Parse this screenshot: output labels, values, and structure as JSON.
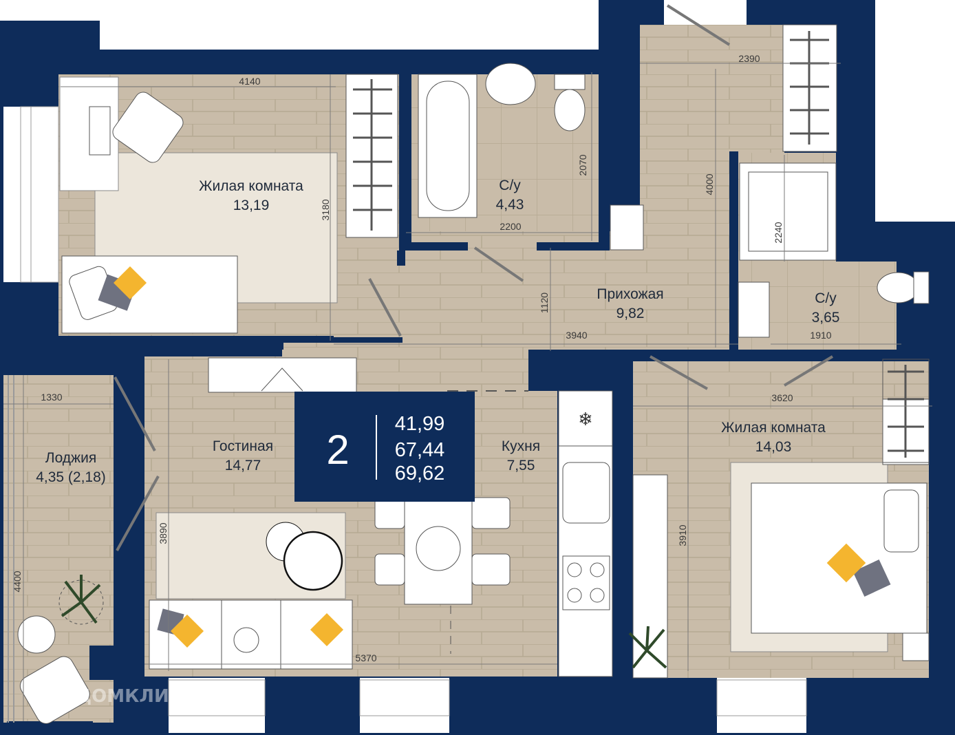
{
  "colors": {
    "wall": "#0e2c5a",
    "floor": "#c9bca9",
    "floor_line": "#b6a993",
    "rug": "#ece6db",
    "furniture": "#ffffff",
    "outline": "#7a7a7a",
    "accent": "#f4b52f",
    "pillow_gray": "#6f7280"
  },
  "rooms": {
    "bedroom1": {
      "name": "Жилая комната",
      "area": "13,19"
    },
    "bath1": {
      "name": "С/у",
      "area": "4,43"
    },
    "hall": {
      "name": "Прихожая",
      "area": "9,82"
    },
    "bath2": {
      "name": "С/у",
      "area": "3,65"
    },
    "loggia": {
      "name": "Лоджия",
      "area": "4,35 (2,18)"
    },
    "living": {
      "name": "Гостиная",
      "area": "14,77"
    },
    "kitchen": {
      "name": "Кухня",
      "area": "7,55"
    },
    "bedroom2": {
      "name": "Жилая комната",
      "area": "14,03"
    }
  },
  "badge": {
    "rooms": "2",
    "area_living": "41,99",
    "area_total": "67,44",
    "area_full": "69,62"
  },
  "dimensions": {
    "d4140": "4140",
    "d2390": "2390",
    "d2070": "2070",
    "d4000": "4000",
    "d3180": "3180",
    "d2200": "2200",
    "d2240": "2240",
    "d1120": "1120",
    "d3940": "3940",
    "d1910": "1910",
    "d1330": "1330",
    "d3620": "3620",
    "d3890": "3890",
    "d3910": "3910",
    "d4400": "4400",
    "d5370": "5370"
  },
  "icons": [
    "snowflake-icon",
    "plant-icon",
    "sink-icon",
    "toilet-icon",
    "stove-icon",
    "bathtub-icon",
    "shower-icon",
    "radiator-icon"
  ],
  "watermark": "ДОМКЛИК"
}
